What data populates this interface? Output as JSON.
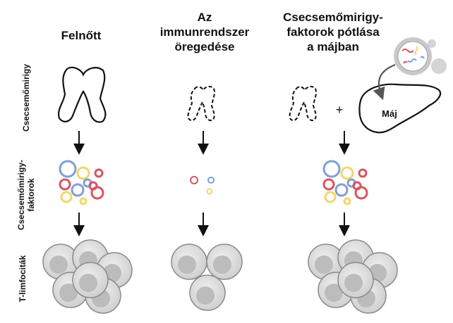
{
  "columns": [
    {
      "title": "Felnőtt"
    },
    {
      "title": "Az\nimmunrendszer\nöregedése"
    },
    {
      "title": "Csecsemőmirigy-\nfaktorok pótlása\na májban"
    }
  ],
  "row_labels": {
    "thymus": "Csecsemőmirigy",
    "factors": "Csecsemőmirigy-\nfaktorok",
    "tcells": "T-limfociták"
  },
  "liver_label": "Máj",
  "plus_sign": "+",
  "colors": {
    "blue": "#7f9fd6",
    "yellow": "#f2d66a",
    "red": "#d9535f",
    "cell_fill": "#d6d6d6",
    "cell_nucleus": "#bcbcbc",
    "cell_edge": "#8a8a8a"
  },
  "icons": [
    "thymus-outline",
    "thymus-dashed-outline",
    "liver-outline",
    "vial-icon",
    "arrow-down-icon"
  ]
}
